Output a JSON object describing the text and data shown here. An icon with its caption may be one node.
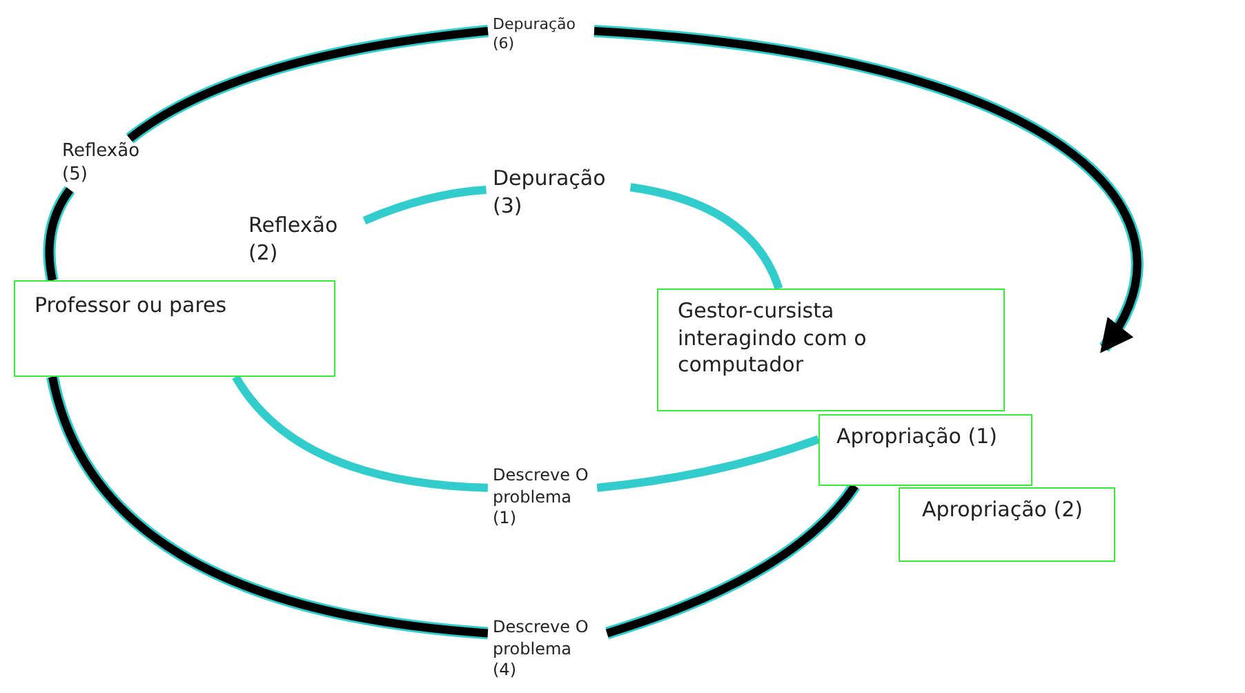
{
  "diagram": {
    "nodes": [
      {
        "text": [
          "Professor ou pares"
        ]
      },
      {
        "text": [
          "Gestor-cursista interagindo com o computador"
        ]
      },
      {
        "text": [
          "Apropriação (1)"
        ]
      },
      {
        "text": [
          "Apropriação (2)"
        ]
      },
      {
        "text": [
          "Depuração (6)"
        ]
      },
      {
        "text": [
          "Reflexão (5)"
        ]
      },
      {
        "text": [
          "Depuração (3)"
        ]
      },
      {
        "text": [
          "Reflexão (2)"
        ]
      },
      {
        "text": [
          "Descreve O problema (1)"
        ]
      },
      {
        "text": [
          "Descreve O problema (4)"
        ]
      }
    ],
    "edges": [
      {
        "from": 8,
        "to": 2,
        "arrow": "none",
        "color": "#33cccc"
      },
      {
        "from": 1,
        "to": 6,
        "arrow": "none",
        "color": "#33cccc"
      },
      {
        "from": 7,
        "to": 6,
        "arrow": "none",
        "color": "#33cccc"
      },
      {
        "from": 0,
        "to": 8,
        "arrow": "none",
        "color": "#33cccc"
      },
      {
        "from": 0,
        "to": 9,
        "arrow": "none"
      },
      {
        "from": 9,
        "to": 2,
        "arrow": "none"
      },
      {
        "from": 0,
        "to": 5,
        "arrow": "none"
      },
      {
        "from": 5,
        "to": 4,
        "arrow": "none"
      },
      {
        "from": 4,
        "to": null,
        "arrow": "to"
      }
    ]
  }
}
